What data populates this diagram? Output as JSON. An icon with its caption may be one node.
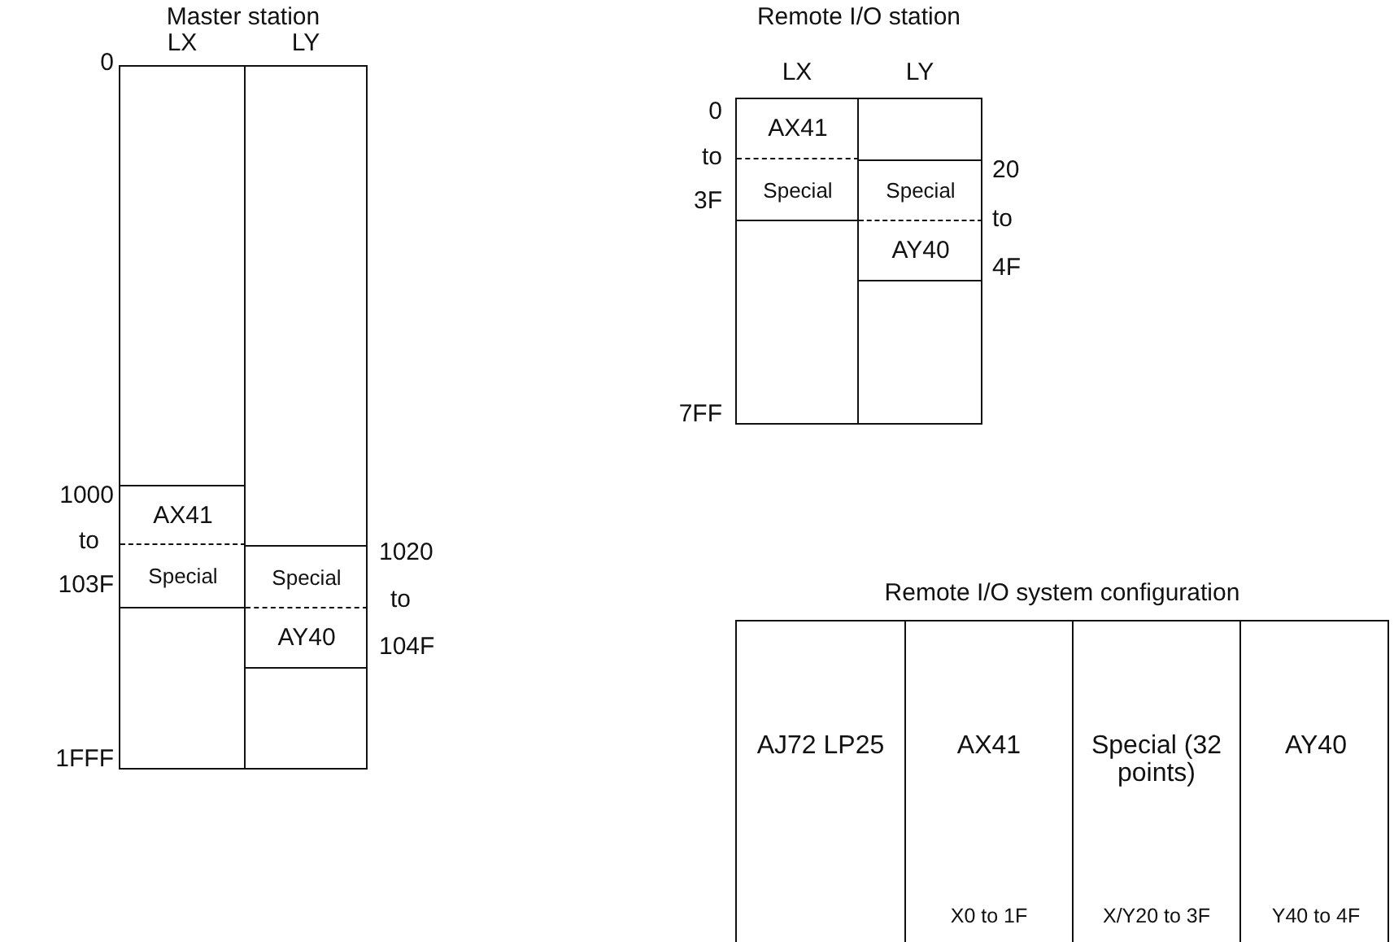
{
  "diagram": {
    "nodes": [
      {
        "text": [
          "Master station"
        ]
      },
      {
        "text": [
          "LX"
        ],
        "in": 0
      },
      {
        "text": [
          "AX41"
        ],
        "in": 1
      },
      {
        "text": [
          "Special"
        ],
        "in": 1
      },
      {
        "text": [
          "LY"
        ],
        "in": 0
      },
      {
        "text": [
          "Special"
        ],
        "in": 4
      },
      {
        "text": [
          "AY40"
        ],
        "in": 4
      },
      {
        "text": [
          "Remote I/O station"
        ]
      },
      {
        "text": [
          "LX"
        ],
        "in": 7
      },
      {
        "text": [
          "AX41"
        ],
        "in": 8
      },
      {
        "text": [
          "Special"
        ],
        "in": 8
      },
      {
        "text": [
          "LY"
        ],
        "in": 7
      },
      {
        "text": [
          "Special"
        ],
        "in": 11
      },
      {
        "text": [
          "AY40"
        ],
        "in": 11
      },
      {
        "text": [
          "Remote I/O system configuration"
        ]
      },
      {
        "text": [
          "AJ72 LP25"
        ],
        "in": 14
      },
      {
        "text": [
          "AX41",
          "X0 to 1F"
        ],
        "in": 14
      },
      {
        "text": [
          "Special (32 points)",
          "X/Y20 to 3F"
        ],
        "in": 14
      },
      {
        "text": [
          "AY40",
          "Y40 to 4F"
        ],
        "in": 14
      }
    ],
    "edges": [],
    "labels": [
      "0",
      "1000",
      "to",
      "103F",
      "1FFF",
      "1020",
      "to",
      "104F",
      "0",
      "to",
      "3F",
      "20",
      "to",
      "4F",
      "7FF"
    ]
  }
}
